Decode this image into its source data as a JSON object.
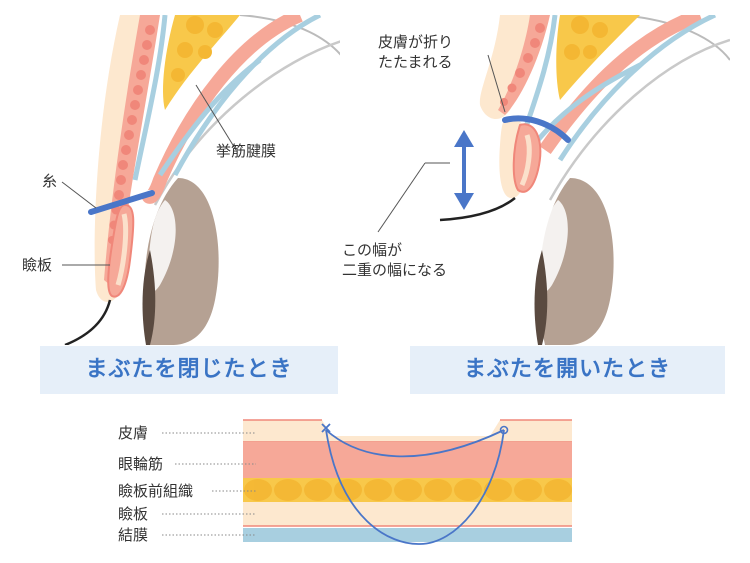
{
  "closed_panel": {
    "labels": {
      "thread": "糸",
      "tarsus": "瞼板",
      "aponeurosis": "挙筋腱膜"
    },
    "caption": "まぶたを閉じたとき"
  },
  "open_panel": {
    "labels": {
      "skin_fold_line1": "皮膚が折り",
      "skin_fold_line2": "たたまれる",
      "width_line1": "この幅が",
      "width_line2": "二重の幅になる"
    },
    "caption": "まぶたを開いたとき"
  },
  "cross_section": {
    "layers": [
      "皮膚",
      "眼輪筋",
      "瞼板前組織",
      "瞼板",
      "結膜"
    ]
  },
  "colors": {
    "skin": "#fde8cf",
    "muscle": "#f6a898",
    "muscle_dark": "#f0877a",
    "fat": "#f8c84a",
    "tarsus": "#fbe0cb",
    "conjunctiva": "#a8cfe0",
    "thread": "#4a76c8",
    "eyeball": "#b5a193",
    "caption_bg": "#e6eff9",
    "caption_text": "#3a74c5"
  }
}
